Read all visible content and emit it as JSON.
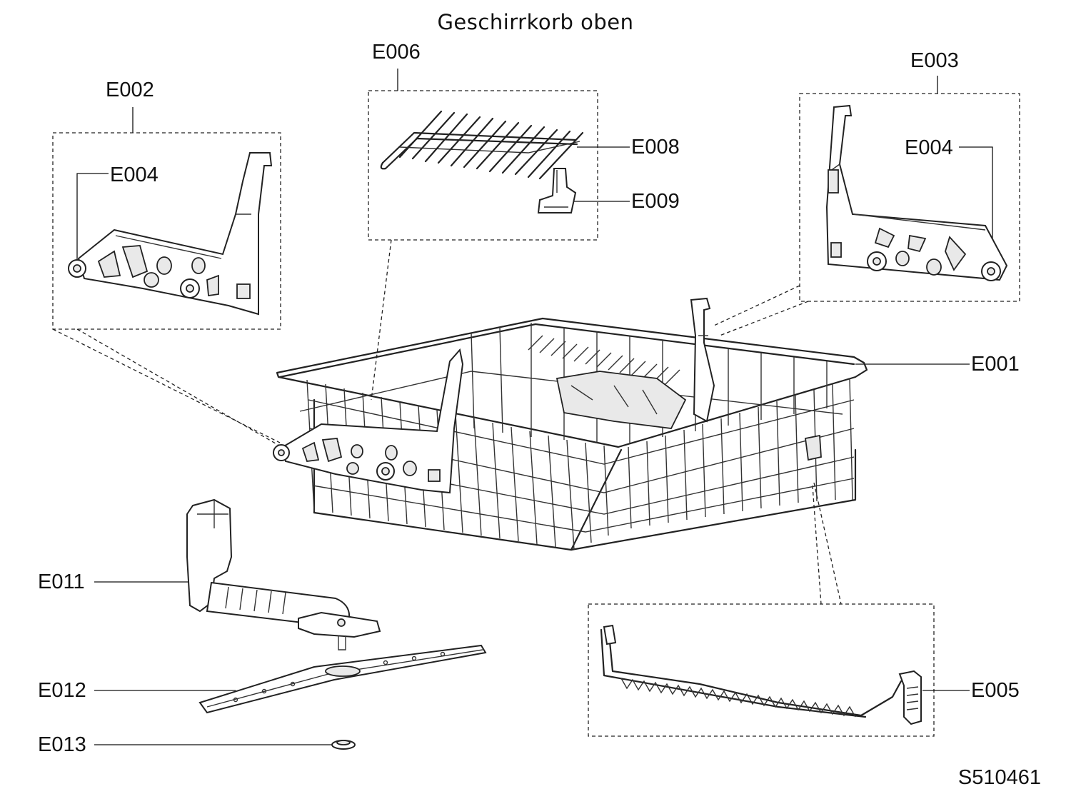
{
  "title": "Geschirrkorb oben",
  "drawing_code": "S510461",
  "labels": {
    "e001": "E001",
    "e002": "E002",
    "e003": "E003",
    "e004_left": "E004",
    "e004_right": "E004",
    "e005": "E005",
    "e006": "E006",
    "e008": "E008",
    "e009": "E009",
    "e011": "E011",
    "e012": "E012",
    "e013": "E013"
  }
}
